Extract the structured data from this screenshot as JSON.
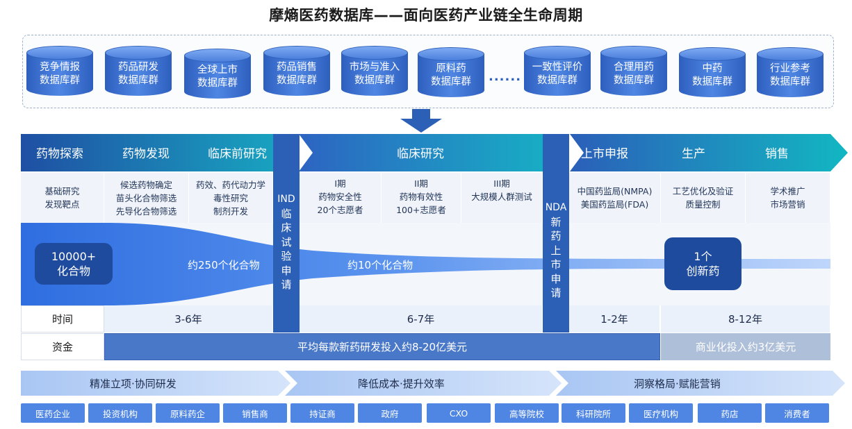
{
  "title": "摩熵医药数据库——面向医药产业链全生命周期",
  "databases": [
    {
      "line1": "竞争情报",
      "line2": "数据库群"
    },
    {
      "line1": "药品研发",
      "line2": "数据库群"
    },
    {
      "line1": "全球上市",
      "line2": "数据库群"
    },
    {
      "line1": "药品销售",
      "line2": "数据库群"
    },
    {
      "line1": "市场与准入",
      "line2": "数据库群"
    },
    {
      "line1": "原料药",
      "line2": "数据库群"
    },
    {
      "line1": "一致性评价",
      "line2": "数据库群"
    },
    {
      "line1": "合理用药",
      "line2": "数据库群"
    },
    {
      "line1": "中药",
      "line2": "数据库群"
    },
    {
      "line1": "行业参考",
      "line2": "数据库群"
    }
  ],
  "ellipsis": "......",
  "phases": [
    "药物探索",
    "药物发现",
    "临床前研究",
    "临床研究",
    "上市申报",
    "生产",
    "销售"
  ],
  "stages": [
    {
      "l1": "基础研究",
      "l2": "发现靶点",
      "l3": ""
    },
    {
      "l1": "候选药物确定",
      "l2": "苗头化合物筛选",
      "l3": "先导化合物筛选"
    },
    {
      "l1": "药效、药代动力学",
      "l2": "毒性研究",
      "l3": "制剂开发"
    },
    {
      "l1": "I期",
      "l2": "药物安全性",
      "l3": "20个志愿者"
    },
    {
      "l1": "II期",
      "l2": "药物有效性",
      "l3": "100+志愿者"
    },
    {
      "l1": "III期",
      "l2": "大规模人群测试",
      "l3": ""
    },
    {
      "l1": "中国药监局(NMPA)",
      "l2": "美国药监局(FDA)",
      "l3": ""
    },
    {
      "l1": "工艺优化及验证",
      "l2": "质量控制",
      "l3": ""
    },
    {
      "l1": "学术推广",
      "l2": "市场营销",
      "l3": ""
    }
  ],
  "ind": {
    "head": "IND",
    "chars": [
      "临",
      "床",
      "试",
      "验",
      "申",
      "请"
    ]
  },
  "nda": {
    "head": "NDA",
    "chars": [
      "新",
      "药",
      "上",
      "市",
      "申",
      "请"
    ]
  },
  "funnel": {
    "start_l1": "10000+",
    "start_l2": "化合物",
    "mid1": "约250个化合物",
    "mid2": "约10个化合物",
    "end_l1": "1个",
    "end_l2": "创新药"
  },
  "time": {
    "label": "时间",
    "v1": "3-6年",
    "v2": "6-7年",
    "v3": "1-2年",
    "v4": "8-12年"
  },
  "fund": {
    "label": "资金",
    "main": "平均每款新药研发投入约8-20亿美元",
    "side": "商业化投入约3亿美元"
  },
  "benefits": [
    "精准立项·协同研发",
    "降低成本·提升效率",
    "洞察格局·赋能营销"
  ],
  "users": [
    "医药企业",
    "投资机构",
    "原料药企",
    "销售商",
    "持证商",
    "政府",
    "CXO",
    "高等院校",
    "科研院所",
    "医疗机构",
    "药店",
    "消费者"
  ],
  "colors": {
    "primary": "#2c60b7",
    "dark": "#1e4b9e",
    "teal": "#13b0c0",
    "chip": "#4f86e3"
  }
}
